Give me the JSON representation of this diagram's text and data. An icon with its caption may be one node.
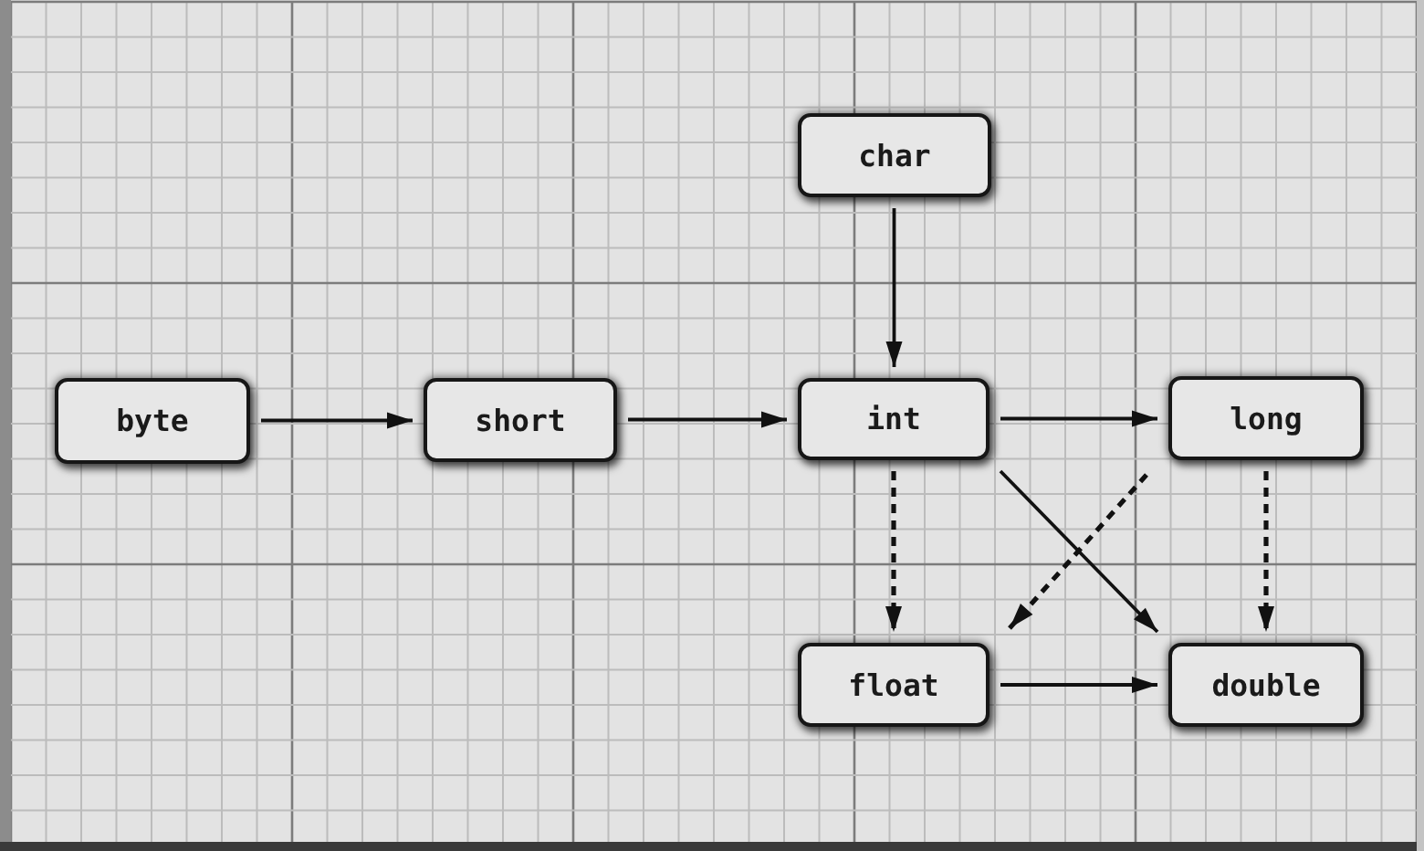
{
  "diagram": {
    "nodes": [
      {
        "text": [
          "byte"
        ]
      },
      {
        "text": [
          "short"
        ]
      },
      {
        "text": [
          "char"
        ]
      },
      {
        "text": [
          "int"
        ]
      },
      {
        "text": [
          "long"
        ]
      },
      {
        "text": [
          "float"
        ]
      },
      {
        "text": [
          "double"
        ]
      }
    ],
    "edges": [
      {
        "from": 0,
        "to": 1,
        "arrow": "to"
      },
      {
        "from": 1,
        "to": 3,
        "arrow": "to"
      },
      {
        "from": 2,
        "to": 3,
        "arrow": "to"
      },
      {
        "from": 3,
        "to": 4,
        "arrow": "to"
      },
      {
        "from": 3,
        "to": 5,
        "arrow": "to",
        "style": "dashed"
      },
      {
        "from": 3,
        "to": 6,
        "arrow": "to"
      },
      {
        "from": 4,
        "to": 5,
        "arrow": "to",
        "style": "dashed"
      },
      {
        "from": 4,
        "to": 6,
        "arrow": "to",
        "style": "dashed"
      },
      {
        "from": 5,
        "to": 6,
        "arrow": "to"
      }
    ]
  }
}
